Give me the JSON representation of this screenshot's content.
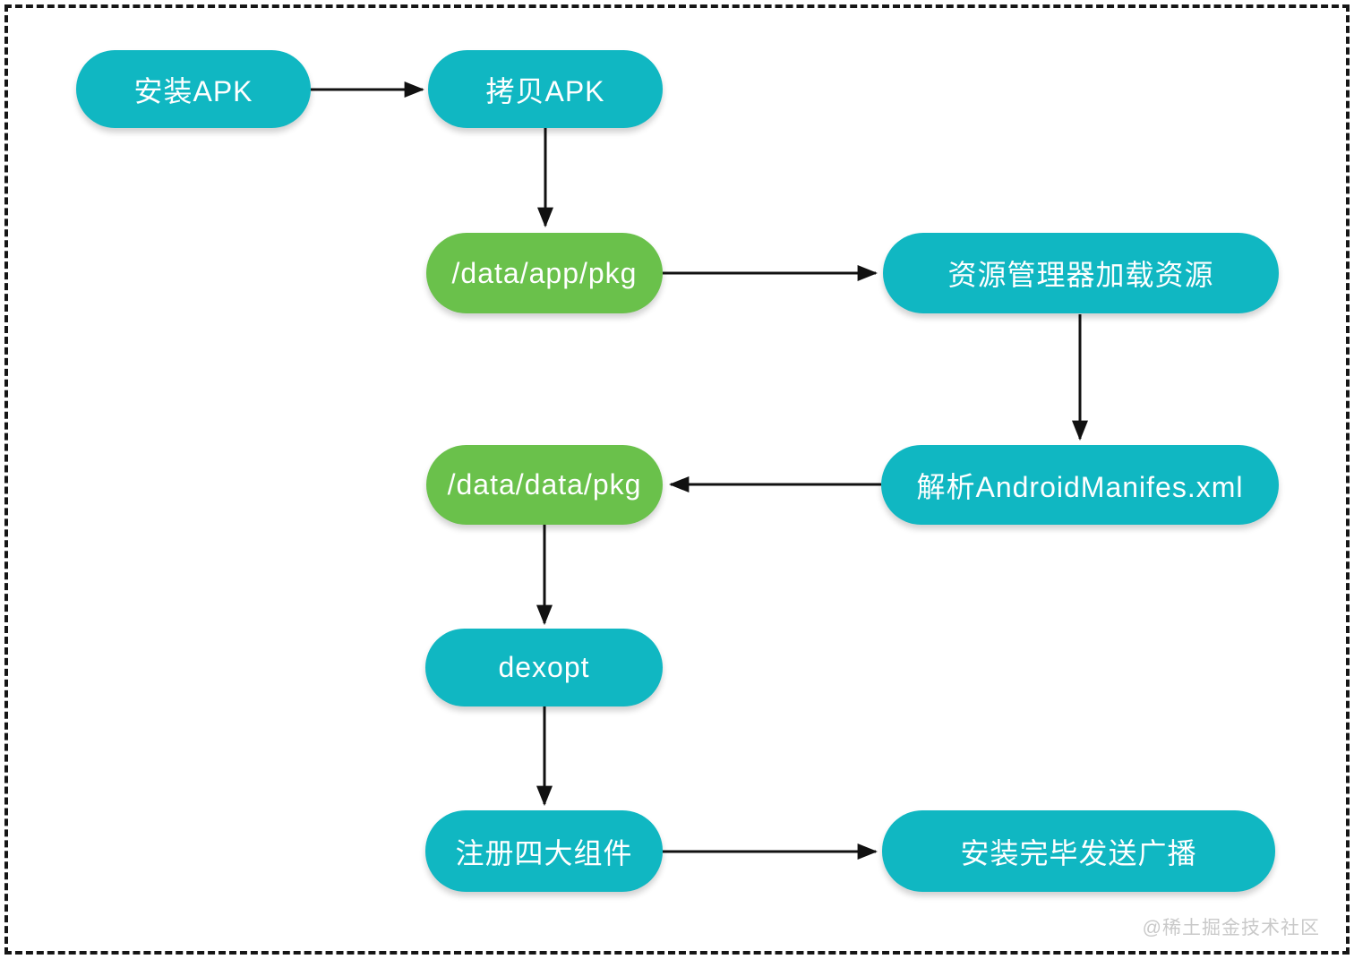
{
  "colors": {
    "node_teal": "#10b7c2",
    "node_green": "#6ac14b",
    "node_text": "#ffffff",
    "arrow": "#111111",
    "border_dashed": "#161616",
    "watermark": "#c9c9c9",
    "background": "#ffffff"
  },
  "nodes": [
    {
      "id": "install-apk",
      "label": "安装APK",
      "color": "teal"
    },
    {
      "id": "copy-apk",
      "label": "拷贝APK",
      "color": "teal"
    },
    {
      "id": "data-app-pkg",
      "label": "/data/app/pkg",
      "color": "green"
    },
    {
      "id": "load-resources",
      "label": "资源管理器加载资源",
      "color": "teal"
    },
    {
      "id": "parse-manifest",
      "label": "解析AndroidManifes.xml",
      "color": "teal"
    },
    {
      "id": "data-data-pkg",
      "label": "/data/data/pkg",
      "color": "green"
    },
    {
      "id": "dexopt",
      "label": "dexopt",
      "color": "teal"
    },
    {
      "id": "register-components",
      "label": "注册四大组件",
      "color": "teal"
    },
    {
      "id": "send-broadcast",
      "label": "安装完毕发送广播",
      "color": "teal"
    }
  ],
  "edges": [
    {
      "from": "install-apk",
      "to": "copy-apk"
    },
    {
      "from": "copy-apk",
      "to": "data-app-pkg"
    },
    {
      "from": "data-app-pkg",
      "to": "load-resources"
    },
    {
      "from": "load-resources",
      "to": "parse-manifest"
    },
    {
      "from": "parse-manifest",
      "to": "data-data-pkg"
    },
    {
      "from": "data-data-pkg",
      "to": "dexopt"
    },
    {
      "from": "dexopt",
      "to": "register-components"
    },
    {
      "from": "register-components",
      "to": "send-broadcast"
    }
  ],
  "watermark": {
    "text": "@稀土掘金技术社区"
  }
}
